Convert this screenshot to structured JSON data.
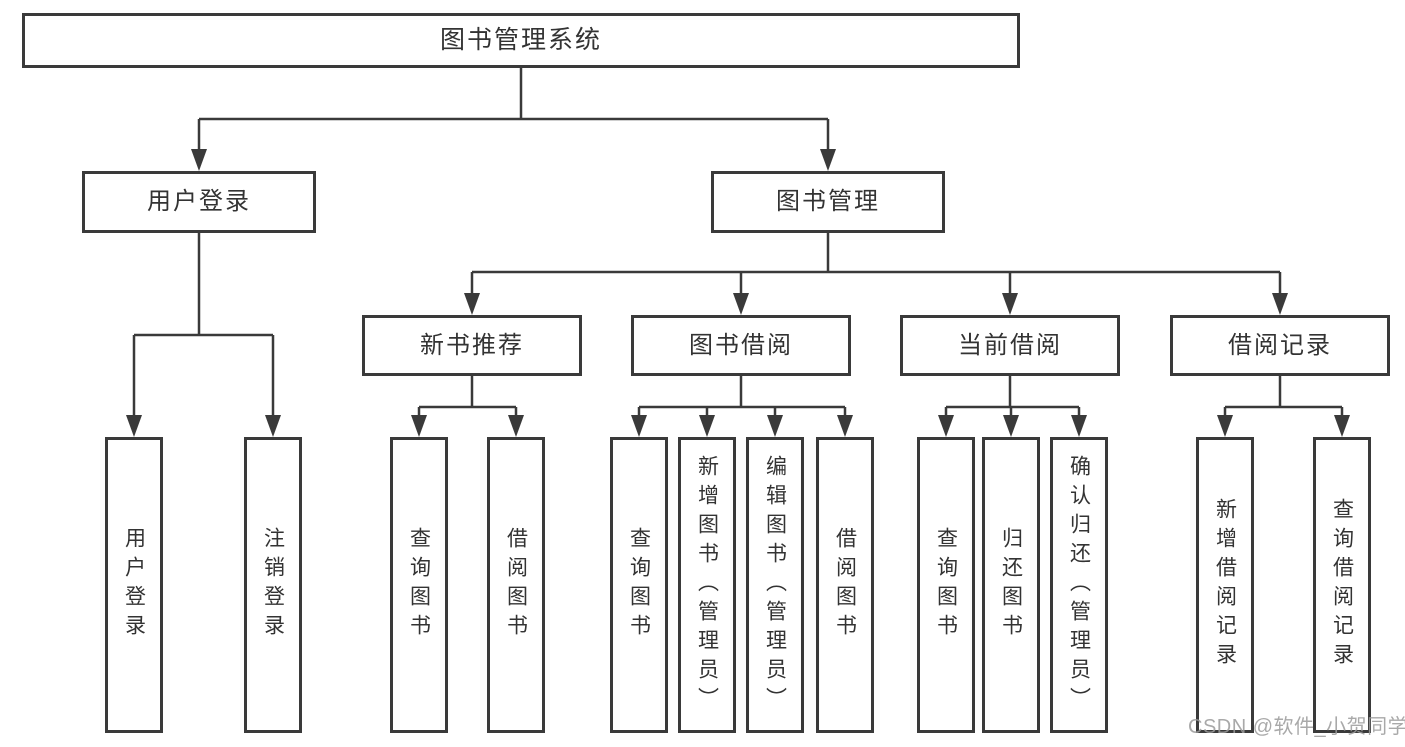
{
  "diagram": {
    "root": {
      "label": "图书管理系统"
    },
    "user_login": {
      "label": "用户登录",
      "children": [
        "用户登录",
        "注销登录"
      ]
    },
    "book_mgmt": {
      "label": "图书管理",
      "sections": [
        {
          "label": "新书推荐",
          "children": [
            "查询图书",
            "借阅图书"
          ]
        },
        {
          "label": "图书借阅",
          "children": [
            "查询图书",
            "新增图书（管理员）",
            "编辑图书（管理员）",
            "借阅图书"
          ]
        },
        {
          "label": "当前借阅",
          "children": [
            "查询图书",
            "归还图书",
            "确认归还（管理员）"
          ]
        },
        {
          "label": "借阅记录",
          "children": [
            "新增借阅记录",
            "查询借阅记录"
          ]
        }
      ]
    }
  },
  "watermark": {
    "text": "CSDN @软件_小贺同学"
  },
  "colors": {
    "line": "#3a3a3a",
    "text": "#333333",
    "background": "#ffffff",
    "watermark": "#9b9b9b"
  }
}
